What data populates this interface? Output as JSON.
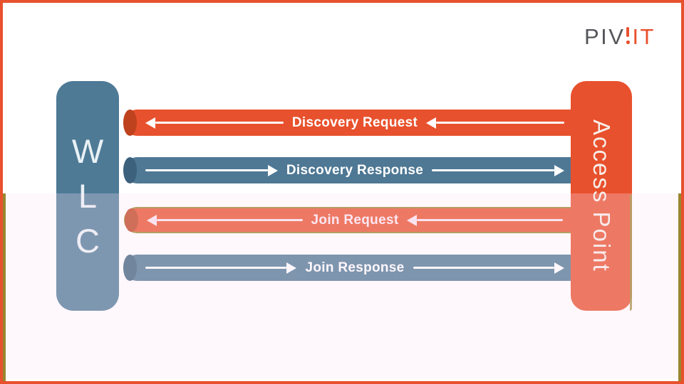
{
  "logo": {
    "text_gray": "PIV",
    "text_orange": "IT",
    "exclamation_icon_color": "#E8512D"
  },
  "diagram": {
    "wlc": {
      "letters": [
        "W",
        "L",
        "C"
      ],
      "fill": "#4E7A96"
    },
    "access_point": {
      "label": "Access Point",
      "fill": "#E8512D"
    },
    "flows": [
      {
        "label": "Discovery Request",
        "direction": "left",
        "from": "Access Point",
        "to": "WLC",
        "color": "#E8512D"
      },
      {
        "label": "Discovery Response",
        "direction": "right",
        "from": "WLC",
        "to": "Access Point",
        "color": "#4E7894"
      },
      {
        "label": "Join Request",
        "direction": "left",
        "from": "Access Point",
        "to": "WLC",
        "color": "#E8512D",
        "outline": "#99862F"
      },
      {
        "label": "Join Response",
        "direction": "right",
        "from": "WLC",
        "to": "Access Point",
        "color": "#4E7894"
      }
    ]
  },
  "colors": {
    "frame_border": "#E8512D",
    "orange": "#E8512D",
    "blue": "#4E7894",
    "wlc_fill": "#4E7A96",
    "olive_artifact": "#99862F",
    "logo_gray": "#55565B",
    "arrow_white": "#FFFFFF",
    "background": "#FFFFFF"
  }
}
